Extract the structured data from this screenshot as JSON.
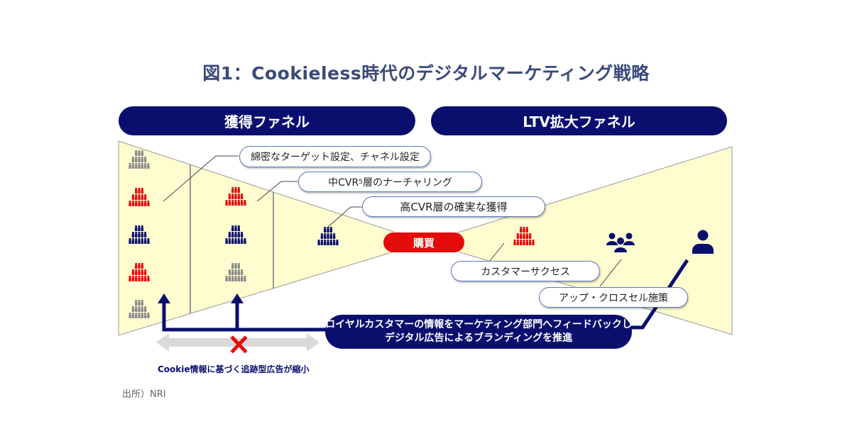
{
  "title": "図1：Cookieless時代のデジタルマーケティング戦略",
  "headers": {
    "acquisition": "獲得ファネル",
    "ltv": "LTV拡大ファネル"
  },
  "callouts": {
    "targeting": "綿密なターゲット設定、チャネル設定",
    "mid_cvr_prefix": "中CVR",
    "mid_cvr_sup": "5",
    "mid_cvr_suffix": "層のナーチャリング",
    "high_cvr": "高CVR層の確実な獲得",
    "customer_success": "カスタマーサクセス",
    "upsell": "アップ・クロスセル施策"
  },
  "purchase_label": "購買",
  "loyal_feedback": {
    "line1": "ロイヤルカスタマーの情報をマーケティング部門へフィードバックし",
    "line2": "デジタル広告によるブランディングを推進"
  },
  "cookie_note": "Cookie情報に基づく追跡型広告が縮小",
  "source": "出所）NRI",
  "colors": {
    "navy": "#0a0f6e",
    "red": "#e60b0b",
    "funnel_fill": "#fffdd0",
    "gray_people": "#8a8a8a",
    "title": "#3a4a7a"
  },
  "people_groups": {
    "stage1": [
      "gray",
      "red",
      "navy",
      "red",
      "gray"
    ],
    "stage2": [
      "red",
      "navy",
      "gray"
    ],
    "stage3": [
      "navy"
    ],
    "ltv": [
      "red"
    ]
  }
}
